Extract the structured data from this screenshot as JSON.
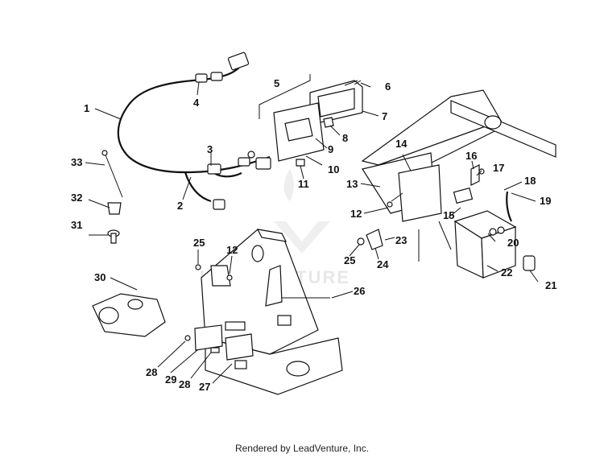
{
  "diagram": {
    "callouts": [
      "1",
      "2",
      "3",
      "4",
      "5",
      "6",
      "7",
      "8",
      "9",
      "10",
      "11",
      "12",
      "12",
      "13",
      "14",
      "15",
      "16",
      "17",
      "18",
      "19",
      "20",
      "21",
      "22",
      "23",
      "24",
      "25",
      "25",
      "26",
      "27",
      "28",
      "28",
      "29",
      "30",
      "31",
      "32",
      "33"
    ],
    "watermark": "LEADVENTURE"
  },
  "footer": {
    "text": "Rendered by LeadVenture, Inc."
  }
}
